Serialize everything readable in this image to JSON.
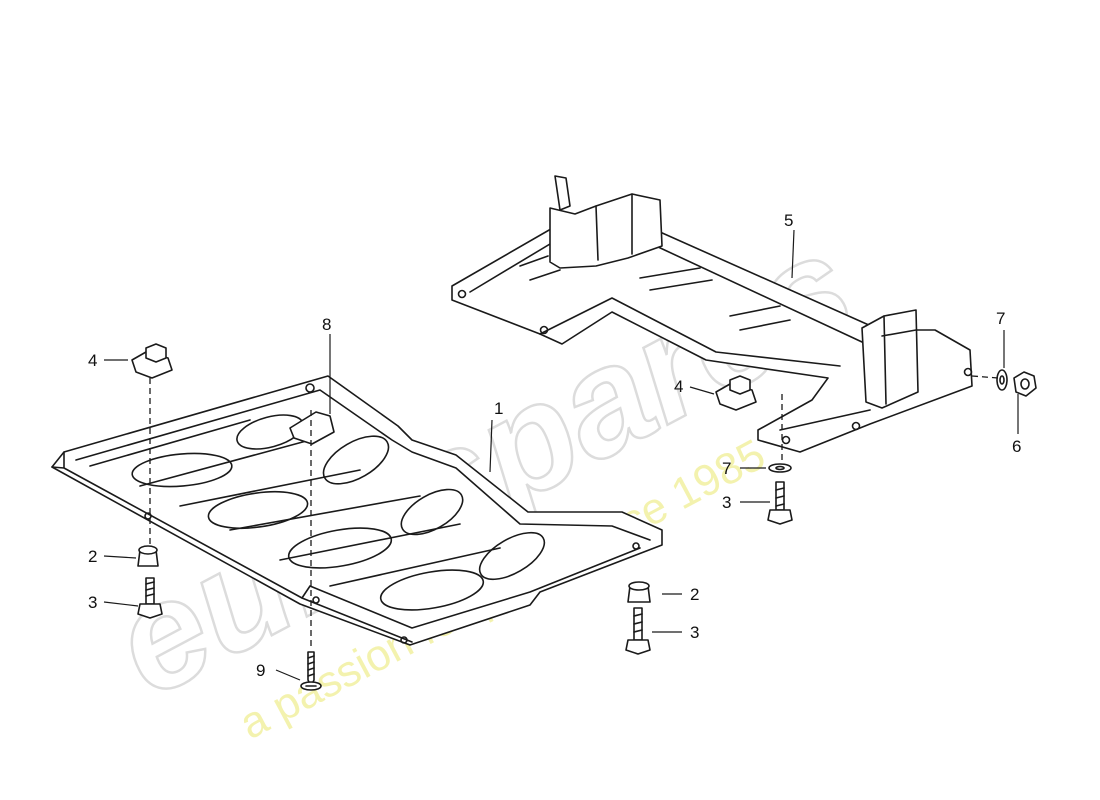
{
  "watermark": {
    "brand": "eurospares",
    "tagline": "a passion for parts since 1985",
    "tagline_color": "#f2f0a0"
  },
  "callouts": [
    {
      "id": "c1",
      "label": "1"
    },
    {
      "id": "c2a",
      "label": "2"
    },
    {
      "id": "c2b",
      "label": "2"
    },
    {
      "id": "c3a",
      "label": "3"
    },
    {
      "id": "c3b",
      "label": "3"
    },
    {
      "id": "c3c",
      "label": "3"
    },
    {
      "id": "c4a",
      "label": "4"
    },
    {
      "id": "c4b",
      "label": "4"
    },
    {
      "id": "c5",
      "label": "5"
    },
    {
      "id": "c6",
      "label": "6"
    },
    {
      "id": "c7a",
      "label": "7"
    },
    {
      "id": "c7b",
      "label": "7"
    },
    {
      "id": "c8",
      "label": "8"
    },
    {
      "id": "c9",
      "label": "9"
    }
  ]
}
